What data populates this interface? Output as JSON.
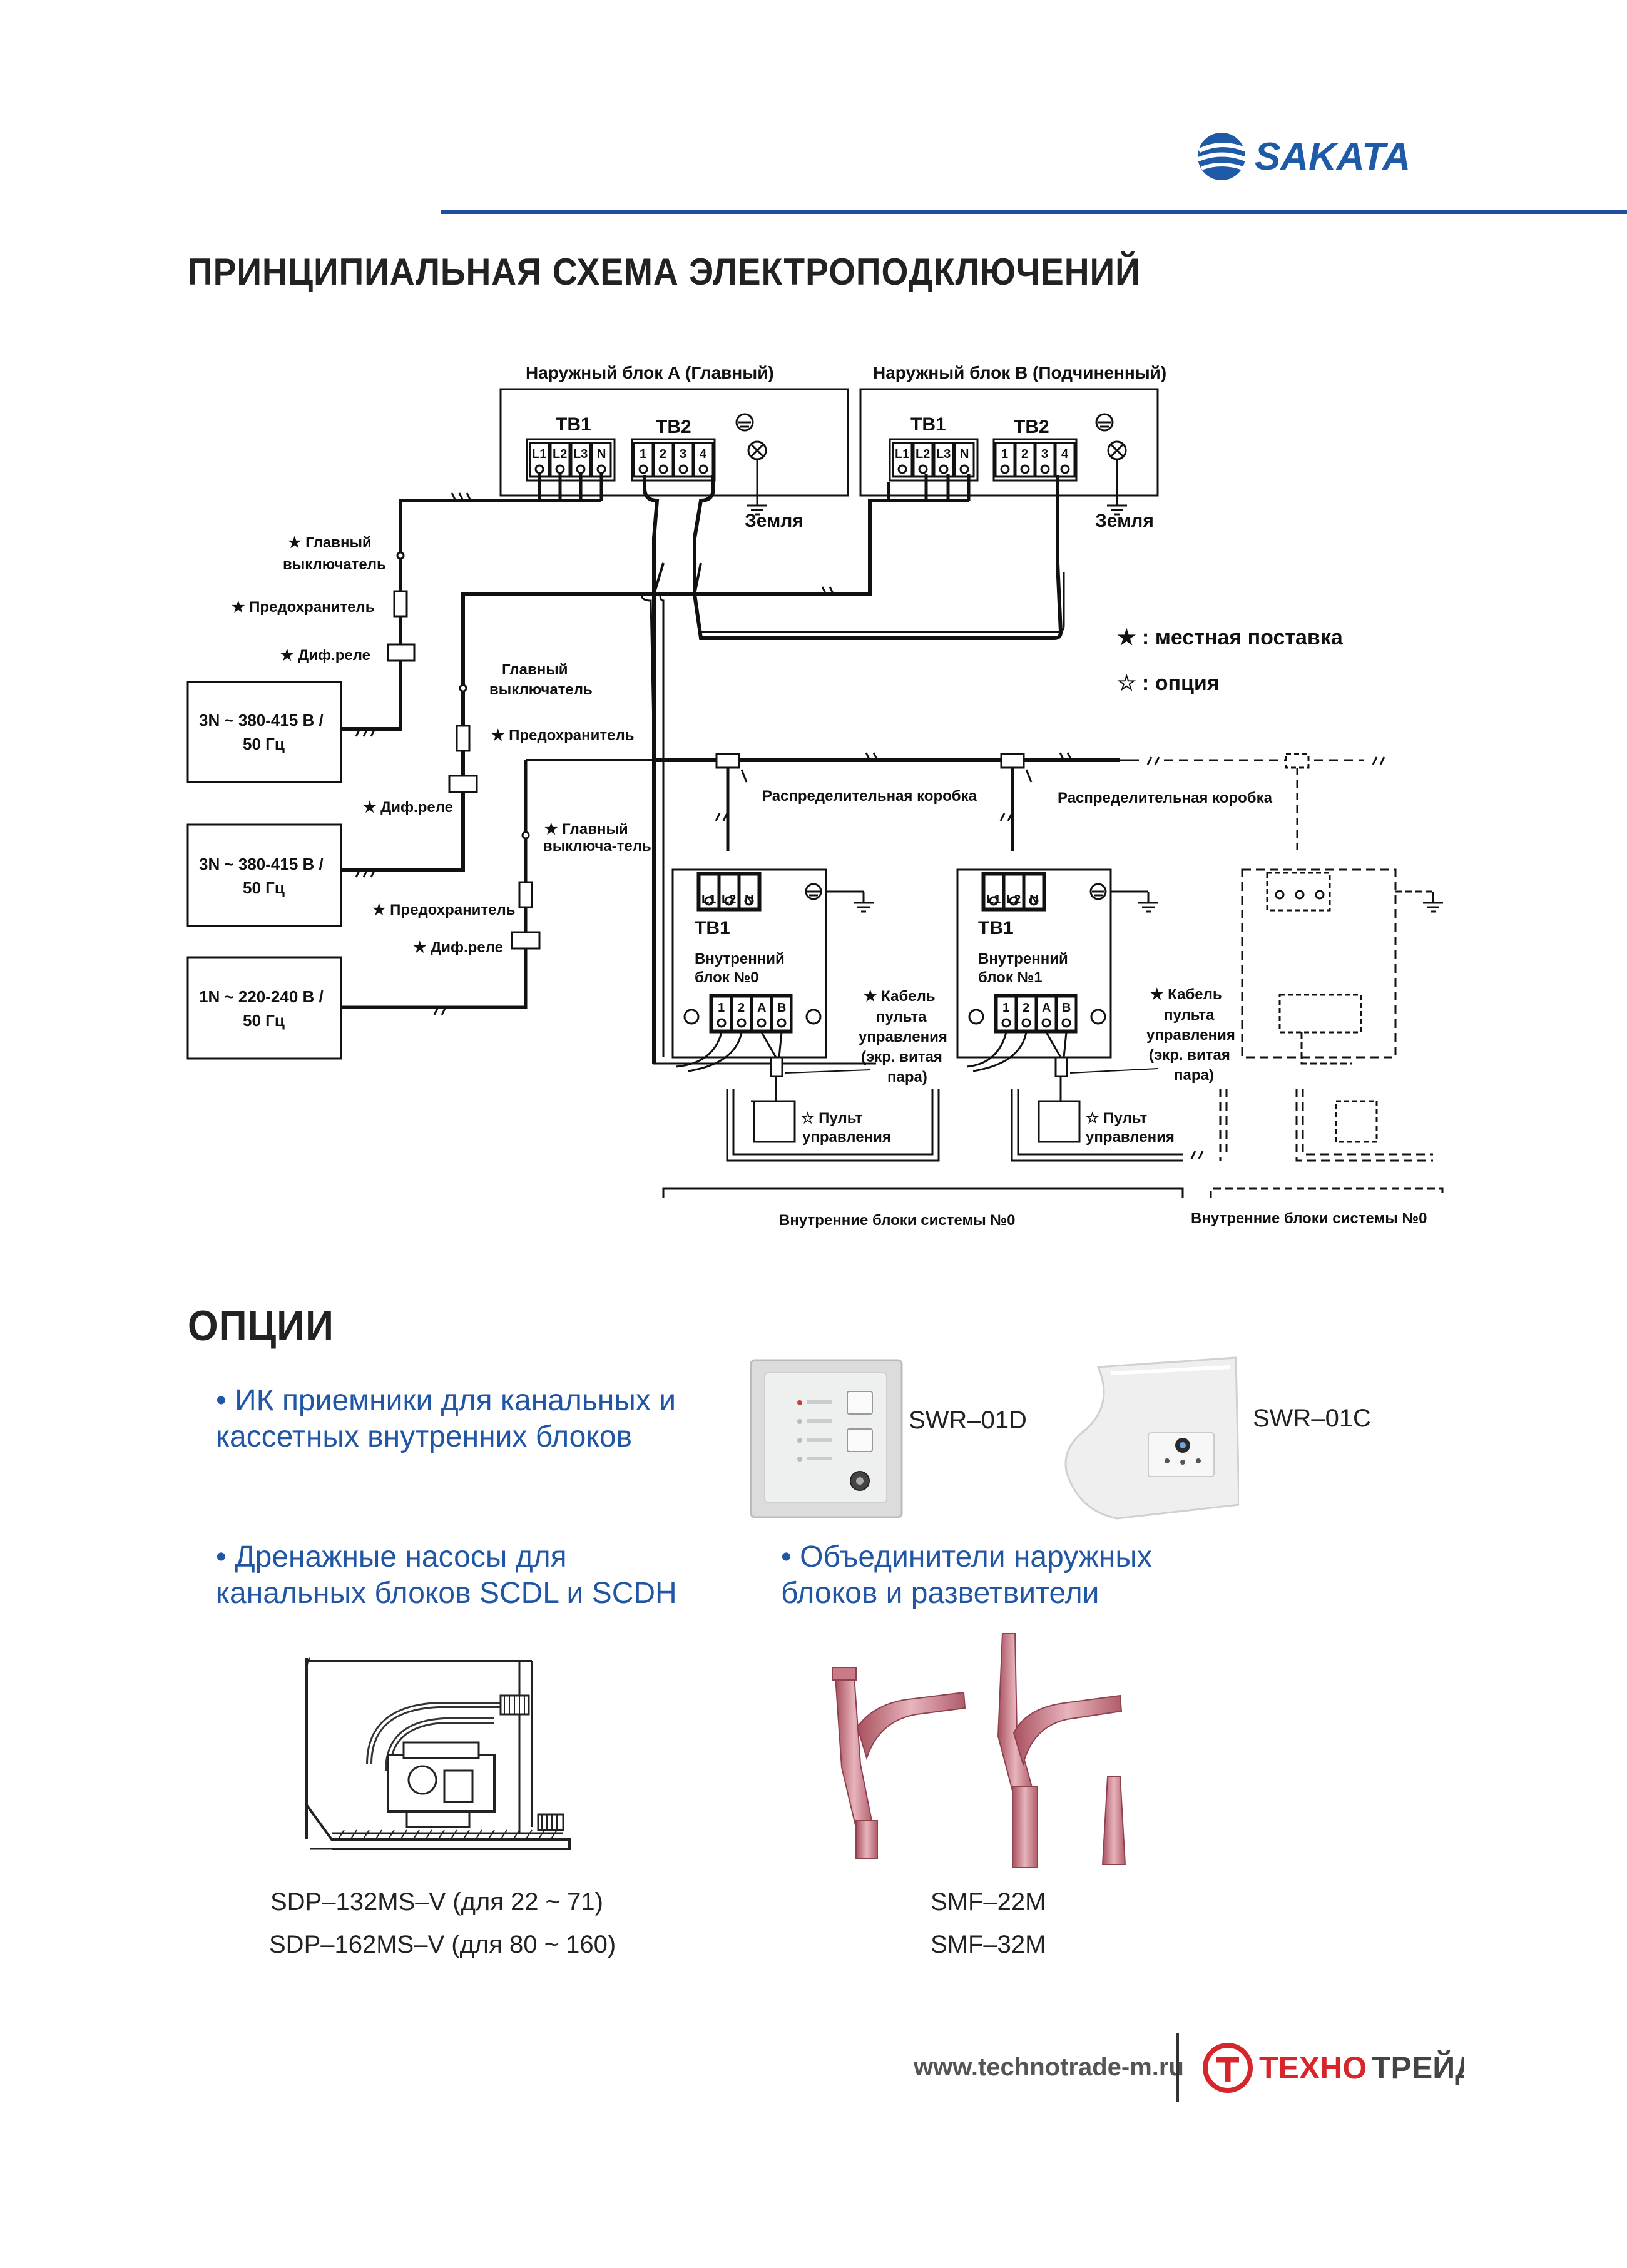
{
  "header": {
    "brand": "SAKATA",
    "title": "ПРИНЦИПИАЛЬНАЯ СХЕМА ЭЛЕКТРОПОДКЛЮЧЕНИЙ"
  },
  "diagram": {
    "outdoor_a": "Наружный блок А (Главный)",
    "outdoor_b": "Наружный блок В (Подчиненный)",
    "tb1": "TB1",
    "tb2": "TB2",
    "earth": "Земля",
    "main_switch_line1": "★ Главный",
    "main_switch_line2": "выключатель",
    "fuse": "★ Предохранитель",
    "rcd": "★ Диф.реле",
    "main_switch2_line1": "Главный",
    "main_switch2_line2": "выключатель",
    "main_switch3_line1": "★ Главный",
    "main_switch3_line2": "выключа-тель",
    "power_3n_line1": "3N ~ 380-415 В /",
    "power_3n_line2": "50 Гц",
    "power_1n_line1": "1N ~ 220-240 В /",
    "power_1n_line2": "50 Гц",
    "distribution_box": "Распределительная коробка",
    "local_supply": "★ : местная поставка",
    "option_legend": "☆ : опция",
    "indoor0_line1": "Внутренний",
    "indoor0_line2": "блок №0",
    "indoor1_line1": "Внутренний",
    "indoor1_line2": "блок №1",
    "cable_line1": "★ Кабель",
    "cable_line2": "пульта",
    "cable_line3": "управления",
    "cable_line4": "(экр. витая",
    "cable_line5": "пара)",
    "remote_line1": "☆ Пульт",
    "remote_line2": "управления",
    "system_label": "Внутренние блоки системы №0",
    "t_l1": "L1",
    "t_l2": "L2",
    "t_l3": "L3",
    "t_n": "N",
    "t_1": "1",
    "t_2": "2",
    "t_3": "3",
    "t_4": "4",
    "t_a": "A",
    "t_b": "B"
  },
  "options": {
    "title": "ОПЦИИ",
    "ir_line1": "• ИК приемники для канальных и",
    "ir_line2": "кассетных внутренних блоков",
    "swr01d": "SWR–01D",
    "swr01c": "SWR–01C",
    "pump_line1": "• Дренажные насосы для",
    "pump_line2": "канальных блоков SCDL и SCDH",
    "joint_line1": "• Объединители наружных",
    "joint_line2": "блоков и разветвители",
    "sdp132": "SDP–132MS–V (для 22 ~ 71)",
    "sdp162": "SDP–162MS–V (для 80 ~ 160)",
    "smf22": "SMF–22M",
    "smf32": "SMF–32M"
  },
  "footer": {
    "url": "www.technotrade-m.ru",
    "company_a": "ТЕХНО",
    "company_b": "ТРЕЙД"
  }
}
